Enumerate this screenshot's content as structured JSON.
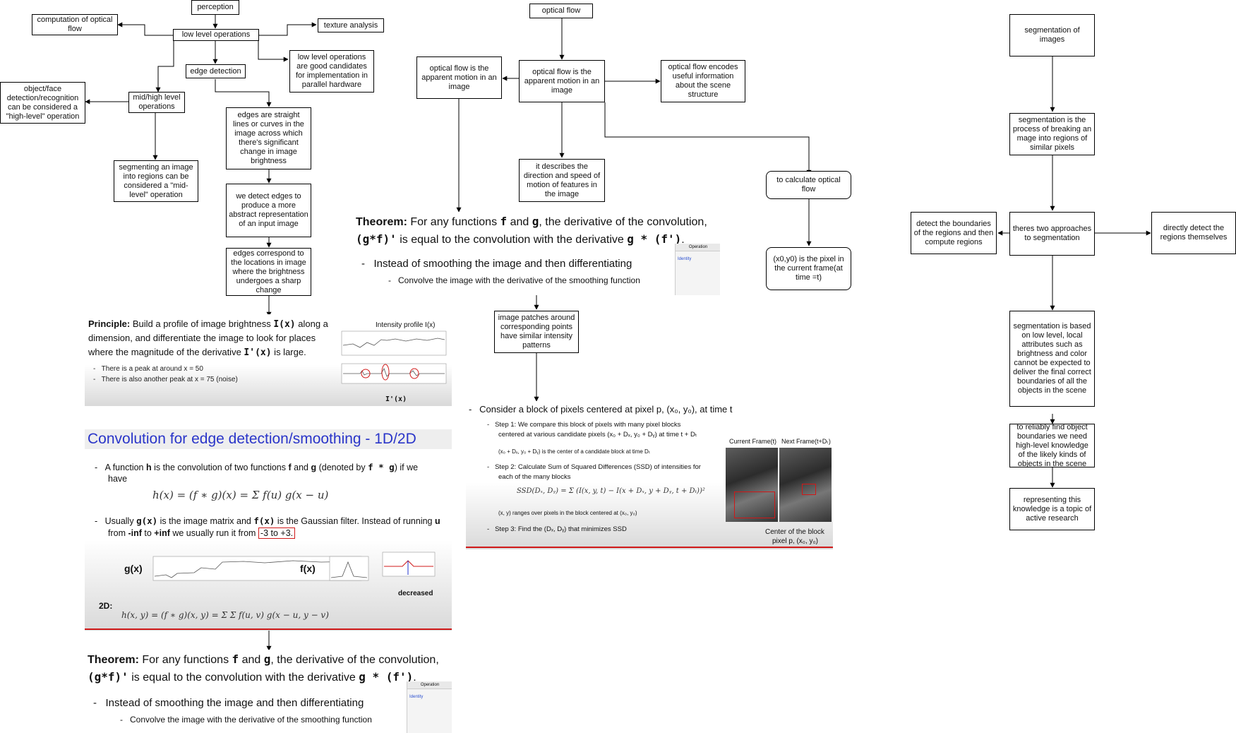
{
  "nodes": {
    "perception": "perception",
    "low_level_ops": "low level operations",
    "computation_optical_flow": "computation of optical flow",
    "texture_analysis": "texture analysis",
    "edge_detection": "edge detection",
    "parallel_hardware": "low level operations are good candidates for implementation in parallel hardware",
    "mid_high_level": "mid/high level operations",
    "object_face": "object/face detection/recognition can be considered a \"high-level\" operation",
    "segmenting_mid": "segmenting an image into regions can be considered a \"mid-level\" operation",
    "edges_straight": "edges are straight lines or curves in the image across which there's significant change in image brightness",
    "detect_edges": "we detect edges to produce a more abstract representation of an input image",
    "edges_correspond": "edges correspond to the locations in image where the brightness undergoes a sharp change",
    "optical_flow": "optical flow",
    "of_apparent_left": "optical flow is the apparent motion in an image",
    "of_apparent_center": "optical flow is the apparent motion in an image",
    "of_encodes": "optical flow encodes useful information about the scene structure",
    "of_describes": "it describes the direction and speed of motion of features in the image",
    "to_calculate": "to calculate optical flow",
    "pixel_current": "(x0,y0) is the pixel in the current frame(at time =t)",
    "image_patches": "image patches around corresponding points have similar intensity patterns",
    "seg_of_images": "segmentation of images",
    "seg_is_process": "segmentation is the process of breaking an mage into regions of similar pixels",
    "two_approaches": "theres two approaches to segmentation",
    "detect_boundaries": "detect the boundaries of the regions and then compute regions",
    "directly_detect": "directly detect the regions themselves",
    "seg_low_level": "segmentation is based on low level, local attributes such as brightness and color cannot be expected to deliver the final correct boundaries of all the objects in the scene",
    "reliably_find": "to reliably find object boundaries we need high-level knowledge of the likely kinds of objects in the scene",
    "representing_knowledge": "representing this knowledge is a topic of active research"
  },
  "principle_slide": {
    "label": "Principle:",
    "text1": " Build a profile of image brightness ",
    "ix": "I(x)",
    "text2": " along a",
    "line2": "dimension, and differentiate the image to look for places",
    "line3a": "where the magnitude of the derivative ",
    "ipx": "I'(x)",
    "line3b": " is large.",
    "bullet1": "There is a peak at around x = 50",
    "bullet2": "There is also another peak at x = 75 (noise)",
    "plot_title": "Intensity profile I(x)",
    "plot_xlabel": "I'(x)"
  },
  "convolution_slide": {
    "title": "Convolution for edge detection/smoothing - 1D/2D",
    "b1a": "A function ",
    "b1h": "h",
    "b1b": " is the convolution of two functions ",
    "b1f": "f",
    "b1and": " and ",
    "b1g": "g",
    "b1c": " (denoted by ",
    "b1fg": "f * g",
    "b1d": ") if we",
    "b1e": "have",
    "formula1": "h(x) = (f ∗ g)(x) = Σ f(u) g(x − u)",
    "b2a": "Usually ",
    "b2gx": "g(x)",
    "b2b": " is the image matrix and ",
    "b2fx": "f(x)",
    "b2c": " is the Gaussian filter. Instead of running ",
    "b2u": "u",
    "b3a": "from ",
    "b3ninf": "-inf",
    "b3b": " to ",
    "b3pinf": "+inf",
    "b3c": " we usually run it from ",
    "b3range": "-3 to +3.",
    "gx_label": "g(x)",
    "fx_label": "f(x)",
    "decreased": "decreased",
    "label_2d": "2D:",
    "formula2": "h(x, y) = (f ∗ g)(x, y) = Σ Σ f(u, v) g(x − u, y − v)"
  },
  "theorem_top": {
    "label": "Theorem:",
    "t1": " For any functions ",
    "f": "f",
    "and": " and ",
    "g": "g",
    "t2": ", the derivative of the convolution,",
    "expr": "(g*f)'",
    "t3": " is equal to the convolution with the derivative ",
    "expr2": "g * (f')",
    "period": ".",
    "bullet": "Instead of smoothing the image and then differentiating",
    "sub": "Convolve the image with the derivative of the smoothing function",
    "table_header": "Operation",
    "table_cell": "Identity"
  },
  "theorem_bottom": {
    "label": "Theorem:",
    "t1": " For any functions ",
    "f": "f",
    "and": " and ",
    "g": "g",
    "t2": ", the derivative of the convolution,",
    "expr": "(g*f)'",
    "t3": " is equal to the convolution with the derivative ",
    "expr2": "g * (f')",
    "period": ".",
    "bullet": "Instead of smoothing the image and then differentiating",
    "sub": "Convolve the image with the derivative of the smoothing function",
    "table_header": "Operation",
    "table_cell": "Identity"
  },
  "block_slide": {
    "main": "Consider a block of pixels centered at pixel p, (x₀, y₀), at time t",
    "step1a": "Step 1: We compare this block of pixels with many pixel blocks",
    "step1b": "centered at various candidate pixels (x₀ + Dₓ, y₀ + Dᵧ) at time t + Dₜ",
    "step1c": "(x₀ + Dₓ, y₀ + Dᵧ) is the center of a candidate block at time Dₜ",
    "step2a": "Step 2: Calculate Sum of Squared Differences (SSD) of intensities for",
    "step2b": "each of the many blocks",
    "ssd": "SSD(Dₓ, Dᵧ) = Σ (I(x, y, t) − I(x + Dₓ, y + Dᵧ, t + Dₜ))²",
    "range": "(x, y) ranges over pixels in the block centered at (x₀, y₀)",
    "step3": "Step 3: Find the (Dₓ, Dᵧ) that minimizes SSD",
    "current_frame": "Current Frame(t)",
    "next_frame": "Next Frame(t+Dₜ)",
    "center_label1": "Center of the block",
    "center_label2": "pixel p, (x₀, y₀)"
  },
  "colors": {
    "accent_red": "#d01818",
    "title_blue": "#2a35c9",
    "line": "#000000"
  }
}
